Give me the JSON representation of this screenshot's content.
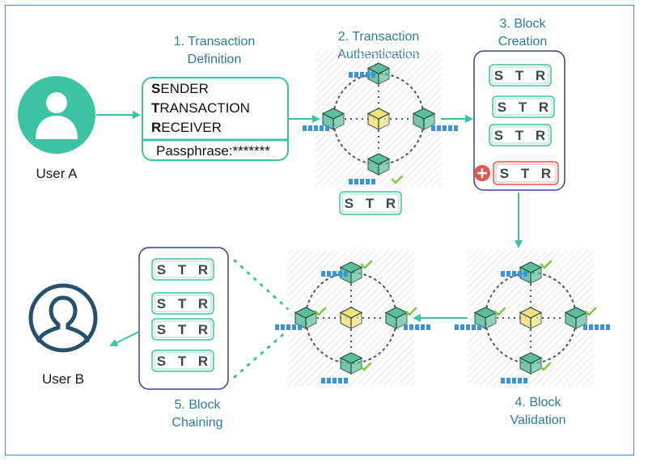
{
  "steps": {
    "s1": [
      "1. Transaction",
      "Definition"
    ],
    "s2": [
      "2. Transaction",
      "Authentication"
    ],
    "s3": [
      "3. Block",
      "Creation"
    ],
    "s4": [
      "4. Block",
      "Validation"
    ],
    "s5": [
      "5. Block",
      "Chaining"
    ]
  },
  "users": {
    "a": "User A",
    "b": "User B"
  },
  "transaction": {
    "sender_initial": "S",
    "sender_rest": "ENDER",
    "transaction_initial": "T",
    "transaction_rest": "RANSACTION",
    "receiver_initial": "R",
    "receiver_rest": "ECEIVER",
    "passphrase": "Passphrase:*******"
  },
  "str_label": "STR",
  "colors": {
    "teal": "#3cc3a0",
    "navy": "#3b3f8f",
    "red": "#e0574a",
    "cube": "#5bbf9a",
    "cube_center": "#f1e27a",
    "user_a": "#3cc3a0",
    "user_b": "#25516d"
  }
}
